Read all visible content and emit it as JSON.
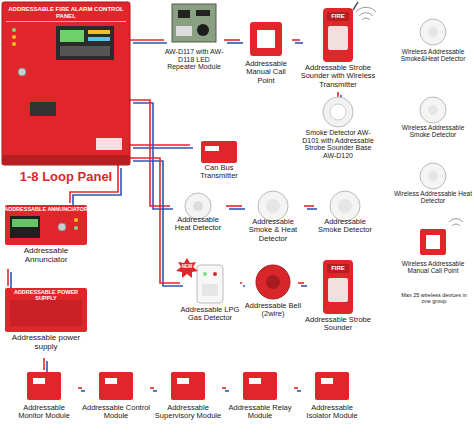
{
  "diagram": {
    "nodes": [
      {
        "text": [
          "ADDRESSABLE FIRE ALARM CONTROL PANEL",
          "1-8 Loop Panel"
        ]
      },
      {
        "text": [
          "AW-D117 with AW-D118 LED Repeater Module"
        ]
      },
      {
        "text": [
          "Addressable Manual Call Point"
        ]
      },
      {
        "text": [
          "FIRE",
          "Addressable Strobe Sounder with Wireless Transmitter"
        ]
      },
      {
        "text": [
          "Wireless Addressable Smoke&Heat Detector"
        ]
      },
      {
        "text": [
          "Wireless Addressable Smoke Detector"
        ]
      },
      {
        "text": [
          "Smoke Detector AW-D101 with Addressable Strobe Sounder Base AW-D120"
        ]
      },
      {
        "text": [
          "Can Bus Transmitter"
        ]
      },
      {
        "text": [
          "Wireless Addressable Heat Detector"
        ]
      },
      {
        "text": [
          "Addressable Heat Detector"
        ]
      },
      {
        "text": [
          "Addressable Smoke & Heat Detector"
        ]
      },
      {
        "text": [
          "Addressable Smoke Detector"
        ]
      },
      {
        "text": [
          "ADDRESSABLE ANNUNCIATOR",
          "Addressable Annunciator"
        ]
      },
      {
        "text": [
          "Wireless Addressable Manual Call Point"
        ]
      },
      {
        "text": [
          "Addressable LPG Gas Detector"
        ]
      },
      {
        "text": [
          "Addressable Bell (2wire)"
        ]
      },
      {
        "text": [
          "FIRE",
          "Addressable Strobe Sounder"
        ]
      },
      {
        "text": [
          "ADDRESSABLE POWER SUPPLY",
          "Addressable power supply"
        ]
      },
      {
        "text": [
          "Addressable Monitor Module"
        ]
      },
      {
        "text": [
          "Addressable Control Module"
        ]
      },
      {
        "text": [
          "Addressable Supervisory Module"
        ]
      },
      {
        "text": [
          "Addressable Relay Module"
        ]
      },
      {
        "text": [
          "Addressable Isolator Module"
        ]
      }
    ],
    "edges": [
      {
        "from": 0,
        "to": 1,
        "arrow": "none"
      },
      {
        "from": 1,
        "to": 2,
        "arrow": "none"
      },
      {
        "from": 2,
        "to": 3,
        "arrow": "none"
      },
      {
        "from": 3,
        "to": 6,
        "arrow": "none"
      },
      {
        "from": 0,
        "to": 7,
        "arrow": "none"
      },
      {
        "from": 0,
        "to": 9,
        "arrow": "none"
      },
      {
        "from": 9,
        "to": 10,
        "arrow": "none"
      },
      {
        "from": 10,
        "to": 11,
        "arrow": "none"
      },
      {
        "from": 0,
        "to": 12,
        "arrow": "none"
      },
      {
        "from": 12,
        "to": 17,
        "arrow": "none"
      },
      {
        "from": 0,
        "to": 14,
        "arrow": "none"
      },
      {
        "from": 14,
        "to": 15,
        "arrow": "none"
      },
      {
        "from": 15,
        "to": 16,
        "arrow": "none"
      },
      {
        "from": 17,
        "to": 18,
        "arrow": "none"
      },
      {
        "from": 18,
        "to": 19,
        "arrow": "none"
      },
      {
        "from": 19,
        "to": 20,
        "arrow": "none"
      },
      {
        "from": 20,
        "to": 21,
        "arrow": "none"
      },
      {
        "from": 21,
        "to": 22,
        "arrow": "none"
      }
    ],
    "labels": [
      "NEW",
      "Max 25 wireless devices in one group"
    ]
  }
}
